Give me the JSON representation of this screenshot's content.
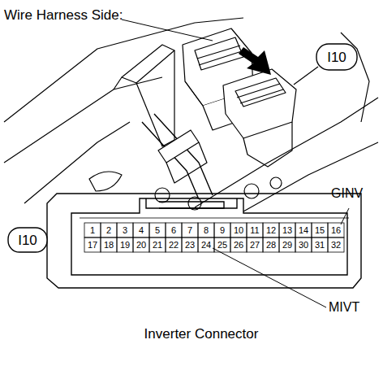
{
  "diagram": {
    "title": "Wire Harness Side:",
    "caption": "Inverter Connector",
    "labels": [
      "I10",
      "GINV",
      "I10",
      "1",
      "2",
      "3",
      "4",
      "5",
      "6",
      "7",
      "8",
      "9",
      "10",
      "11",
      "12",
      "13",
      "14",
      "15",
      "16",
      "17",
      "18",
      "19",
      "20",
      "21",
      "22",
      "23",
      "24",
      "25",
      "26",
      "27",
      "28",
      "29",
      "30",
      "31",
      "32",
      "MIVT"
    ]
  }
}
